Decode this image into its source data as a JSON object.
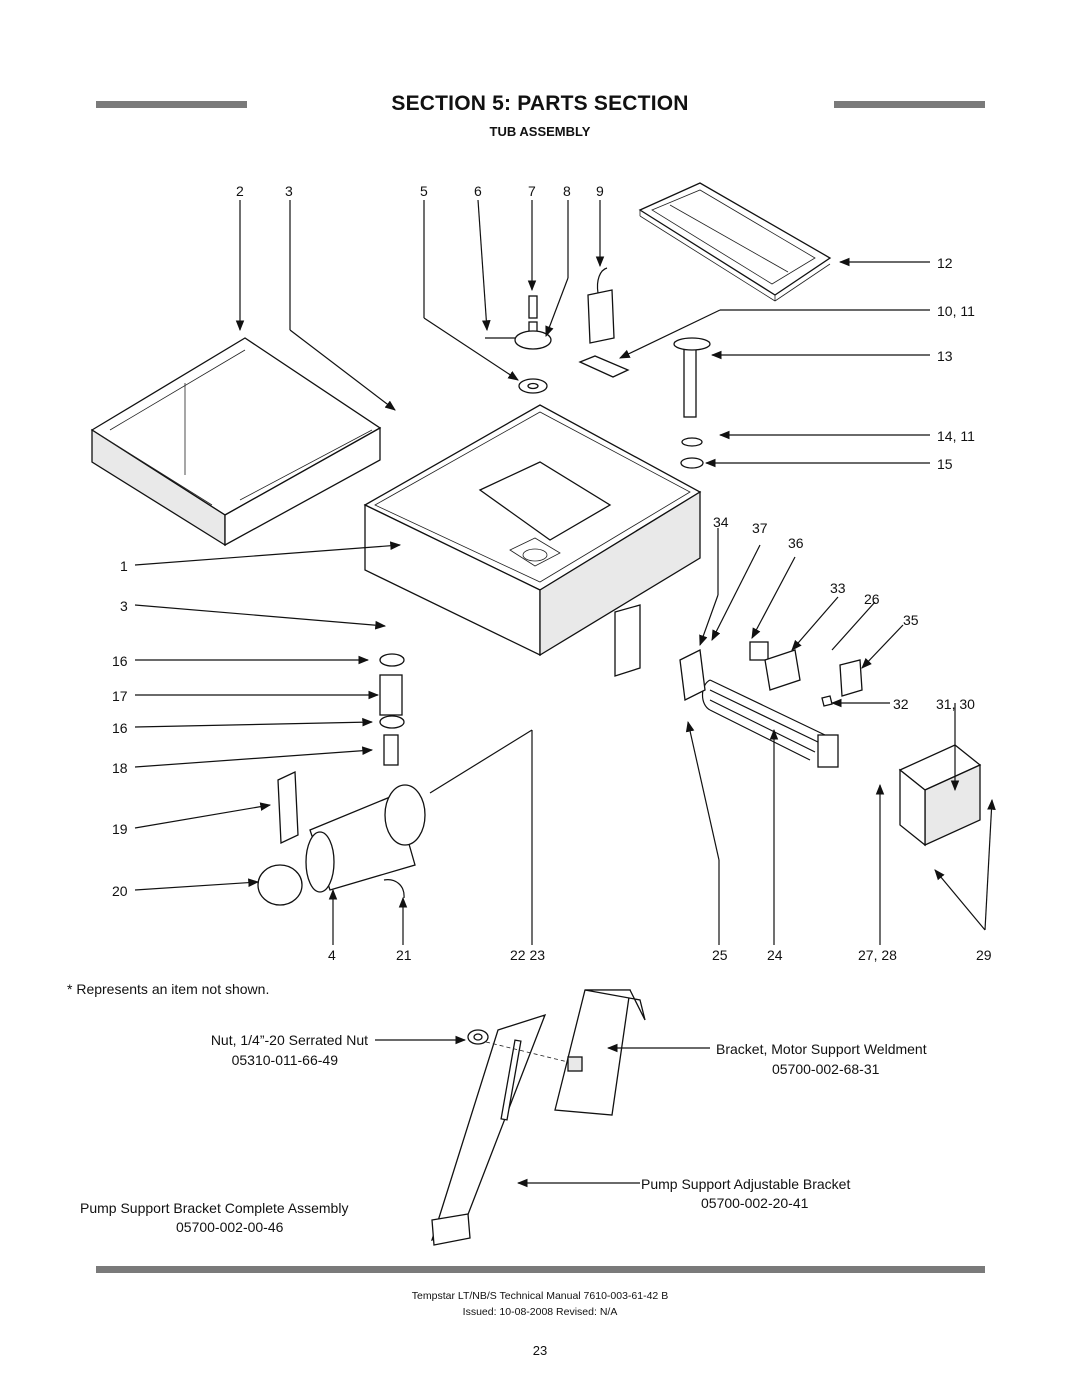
{
  "header": {
    "title": "SECTION 5: PARTS SECTION",
    "subtitle": "TUB ASSEMBLY"
  },
  "callouts": {
    "c1": "1",
    "c2": "2",
    "c3a": "3",
    "c3b": "3",
    "c4": "4",
    "c5": "5",
    "c6": "6",
    "c7": "7",
    "c8": "8",
    "c9": "9",
    "c12": "12",
    "c10_11": "10, 11",
    "c13": "13",
    "c14_11": "14, 11",
    "c15": "15",
    "c16a": "16",
    "c16b": "16",
    "c17": "17",
    "c18": "18",
    "c19": "19",
    "c20": "20",
    "c21": "21",
    "c22_23": "22 23",
    "c25": "25",
    "c24": "24",
    "c27_28": "27, 28",
    "c29": "29",
    "c34": "34",
    "c37": "37",
    "c36": "36",
    "c33": "33",
    "c26": "26",
    "c35": "35",
    "c32": "32",
    "c31_30": "31, 30"
  },
  "note": "* Represents an item not shown.",
  "bottom_parts": {
    "nut_name": "Nut, 1/4”-20 Serrated Nut",
    "nut_number": "05310-011-66-49",
    "bracket_name": "Bracket, Motor Support Weldment",
    "bracket_number": "05700-002-68-31",
    "adjustable_name": "Pump Support Adjustable Bracket",
    "adjustable_number": "05700-002-20-41",
    "complete_name": "Pump Support Bracket Complete Assembly",
    "complete_number": "05700-002-00-46"
  },
  "footer": {
    "manual": "Tempstar LT/NB/S Technical Manual 7610-003-61-42 B",
    "issued": "Issued: 10-08-2008  Revised: N/A",
    "page": "23"
  }
}
